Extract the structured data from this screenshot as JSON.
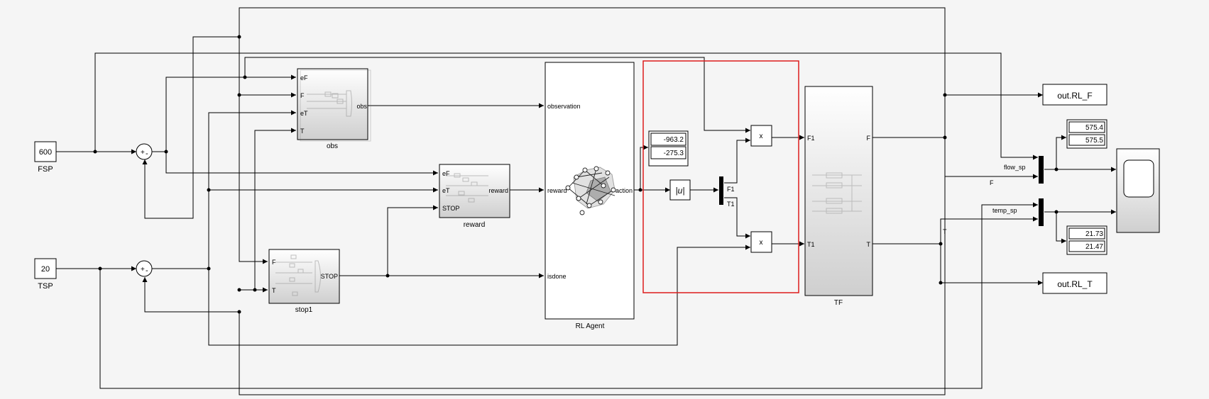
{
  "blocks": {
    "fsp": {
      "value": "600",
      "name": "FSP"
    },
    "tsp": {
      "value": "20",
      "name": "TSP"
    },
    "sum1": {
      "plus": "+",
      "minus": "-"
    },
    "sum2": {
      "plus": "+",
      "minus": "-"
    },
    "obs": {
      "name": "obs",
      "ports_in": [
        "eF",
        "F",
        "eT",
        "T"
      ],
      "port_out": "obs"
    },
    "reward": {
      "name": "reward",
      "ports_in": [
        "eF",
        "eT",
        "STOP"
      ],
      "port_out": "reward"
    },
    "stop": {
      "name": "stop1",
      "ports_in": [
        "F",
        "T"
      ],
      "port_out": "STOP"
    },
    "agent": {
      "name": "RL Agent",
      "ports_in": [
        "observation",
        "reward",
        "isdone"
      ],
      "port_out": "action"
    },
    "display_action": {
      "values": [
        "-963.2",
        "-275.3"
      ]
    },
    "abs": {
      "label": "|u|"
    },
    "demux": {
      "out1": "F1",
      "out2": "T1"
    },
    "prod1": {
      "label": "x"
    },
    "prod2": {
      "label": "x"
    },
    "tf": {
      "name": "TF",
      "ports_in": [
        "F1",
        "T1"
      ],
      "ports_out": [
        "F",
        "T"
      ]
    },
    "out_f": {
      "label": "out.RL_F"
    },
    "out_t": {
      "label": "out.RL_T"
    },
    "display_flow": {
      "values": [
        "575.4",
        "575.5"
      ]
    },
    "display_temp": {
      "values": [
        "21.73",
        "21.47"
      ]
    }
  },
  "signals": {
    "flow_sp": "flow_sp",
    "F": "F",
    "temp_sp": "temp_sp",
    "T": "T"
  },
  "colors": {
    "highlight": "#dd1c1c",
    "line": "#000000",
    "block_fill": "#ffffff"
  }
}
